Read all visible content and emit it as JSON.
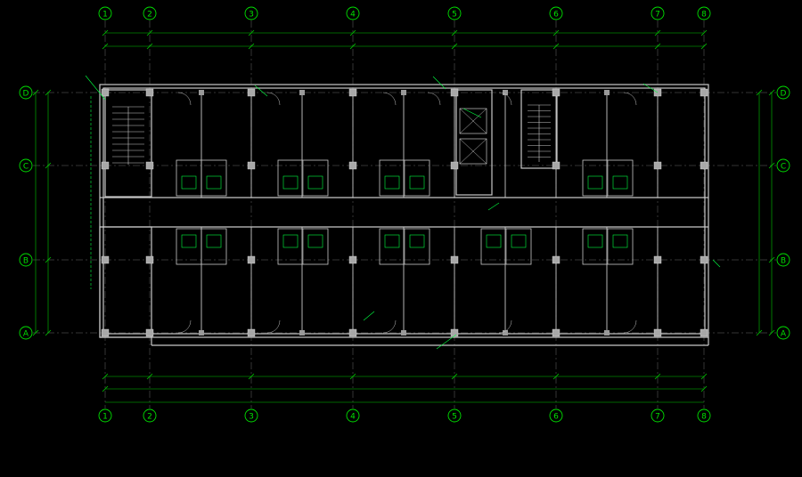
{
  "drawing": {
    "title": "",
    "scale": "",
    "colors": {
      "background": "#000000",
      "walls": "#c8c8c8",
      "dimension": "#00c800",
      "axis_bubble": "#00e000",
      "annotation": "#00ff40",
      "columns": "#a8a8a8",
      "axis_centerline": "#c0c0c0"
    }
  },
  "axes": {
    "columns": [
      "1",
      "2",
      "3",
      "4",
      "5",
      "6",
      "7",
      "8"
    ],
    "rows": [
      "D",
      "C",
      "B",
      "A"
    ]
  }
}
